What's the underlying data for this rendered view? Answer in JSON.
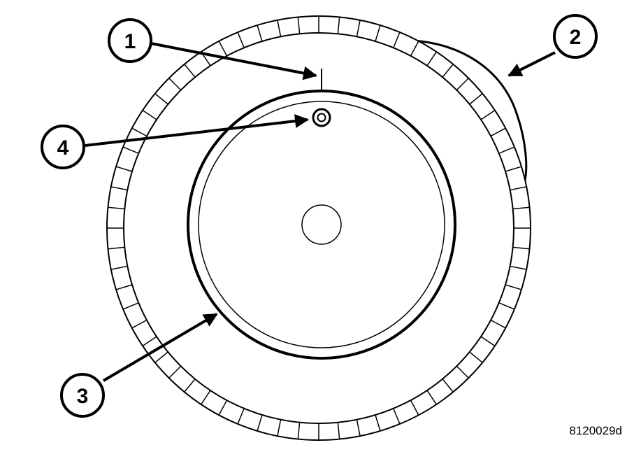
{
  "figure_id": "8120029d",
  "callouts": [
    {
      "label": "1"
    },
    {
      "label": "2"
    },
    {
      "label": "3"
    },
    {
      "label": "4"
    }
  ],
  "colors": {
    "line": "#000000",
    "background": "#ffffff"
  }
}
